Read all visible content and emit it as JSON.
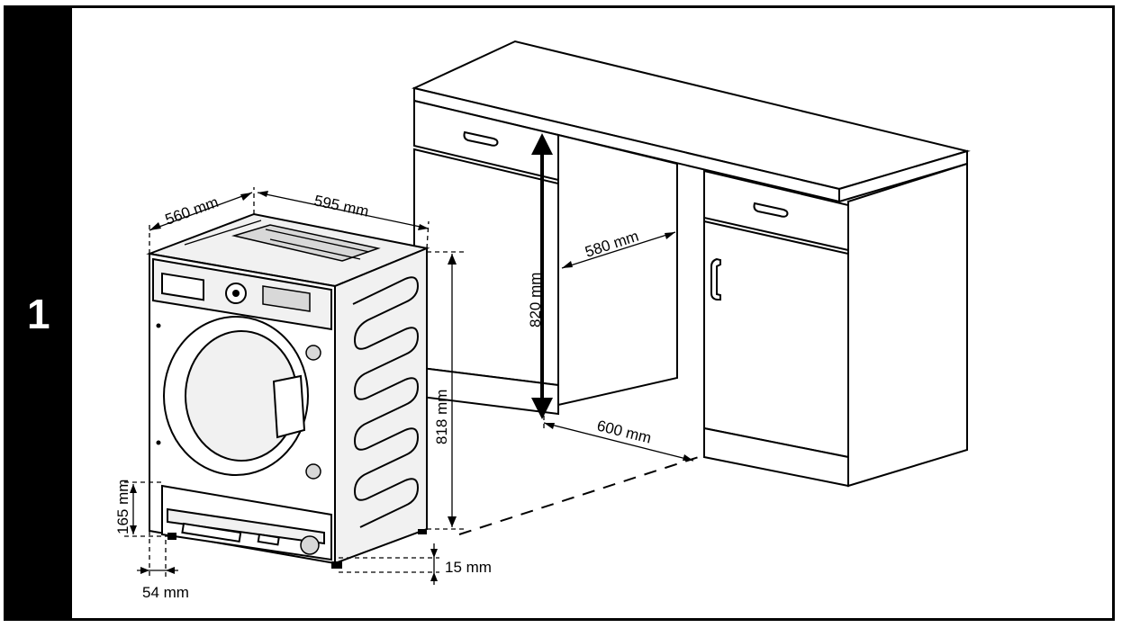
{
  "step": {
    "number": "1"
  },
  "dimensions": {
    "depth": "560 mm",
    "width": "595 mm",
    "machine_height": "818 mm",
    "cabinet_height": "820 mm",
    "cabinet_depth": "580 mm",
    "cabinet_width": "600 mm",
    "plinth_height": "165 mm",
    "plinth_offset": "54 mm",
    "foot_clearance": "15 mm"
  },
  "colors": {
    "frame": "#000000",
    "background": "#ffffff",
    "sidebar": "#000000"
  }
}
